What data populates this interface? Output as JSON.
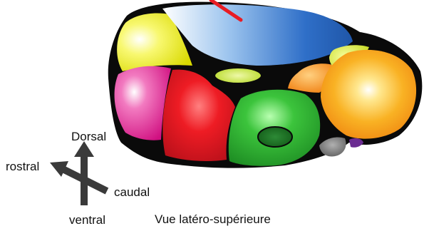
{
  "diagram": {
    "regions": [
      {
        "id": "yellow",
        "color": "#f0f018"
      },
      {
        "id": "blue",
        "color": "#2f6fc8"
      },
      {
        "id": "pink",
        "color": "#e8158c"
      },
      {
        "id": "red",
        "color": "#ee1c24"
      },
      {
        "id": "lime-small",
        "color": "#c8e63c"
      },
      {
        "id": "green",
        "color": "#2fb32f"
      },
      {
        "id": "dark-green-spot",
        "color": "#1e7a24"
      },
      {
        "id": "orange-small",
        "color": "#f39019"
      },
      {
        "id": "yellow-green",
        "color": "#d8ea28"
      },
      {
        "id": "orange-large",
        "color": "#f7a21a"
      },
      {
        "id": "grey",
        "color": "#707070"
      },
      {
        "id": "purple",
        "color": "#6a2c91"
      }
    ],
    "marker_color": "#e81c24",
    "arrow_color": "#3a3a3a"
  },
  "orientation": {
    "dorsal": "Dorsal",
    "rostral": "rostral",
    "caudal": "caudal",
    "ventral": "ventral"
  },
  "caption": "Vue latéro-supérieure"
}
